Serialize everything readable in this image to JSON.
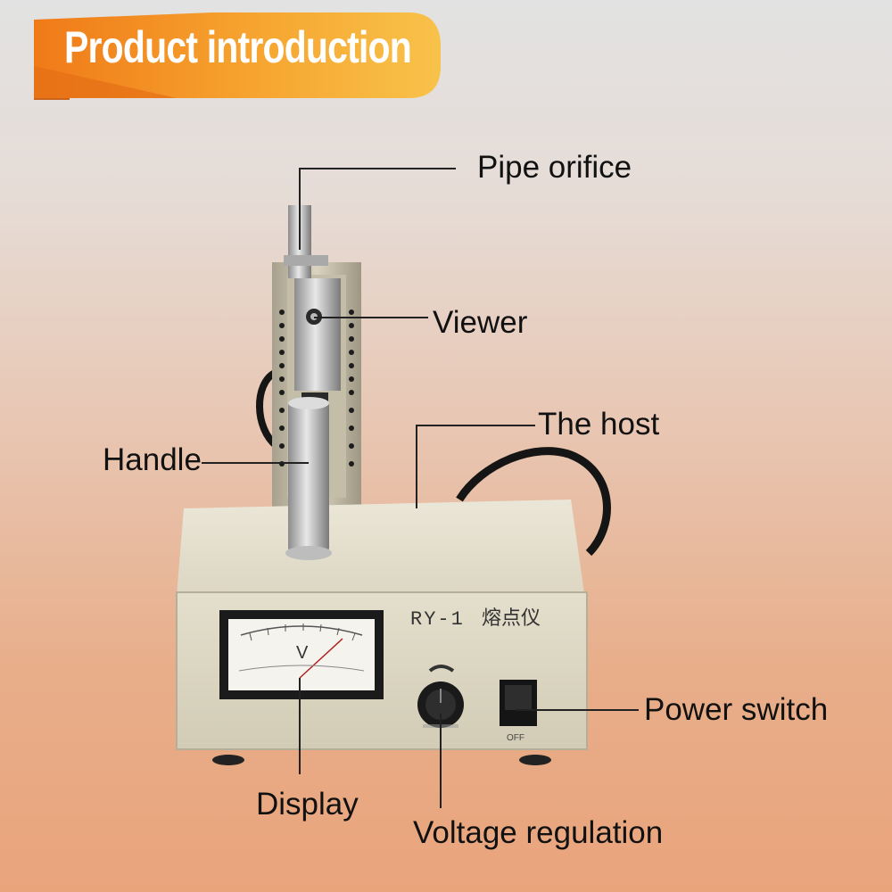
{
  "banner": {
    "title": "Product introduction"
  },
  "device": {
    "model_label": "RY-1",
    "model_cn": "熔点仪",
    "meter_unit": "V",
    "switch_off": "OFF"
  },
  "callouts": {
    "pipe_orifice": "Pipe orifice",
    "viewer": "Viewer",
    "the_host": "The host",
    "handle": "Handle",
    "power_switch": "Power switch",
    "display": "Display",
    "voltage_regulation": "Voltage regulation"
  },
  "colors": {
    "banner_orange": "#f28a1e",
    "banner_yellow": "#f6b53a",
    "host_body": "#e7e2cf"
  }
}
